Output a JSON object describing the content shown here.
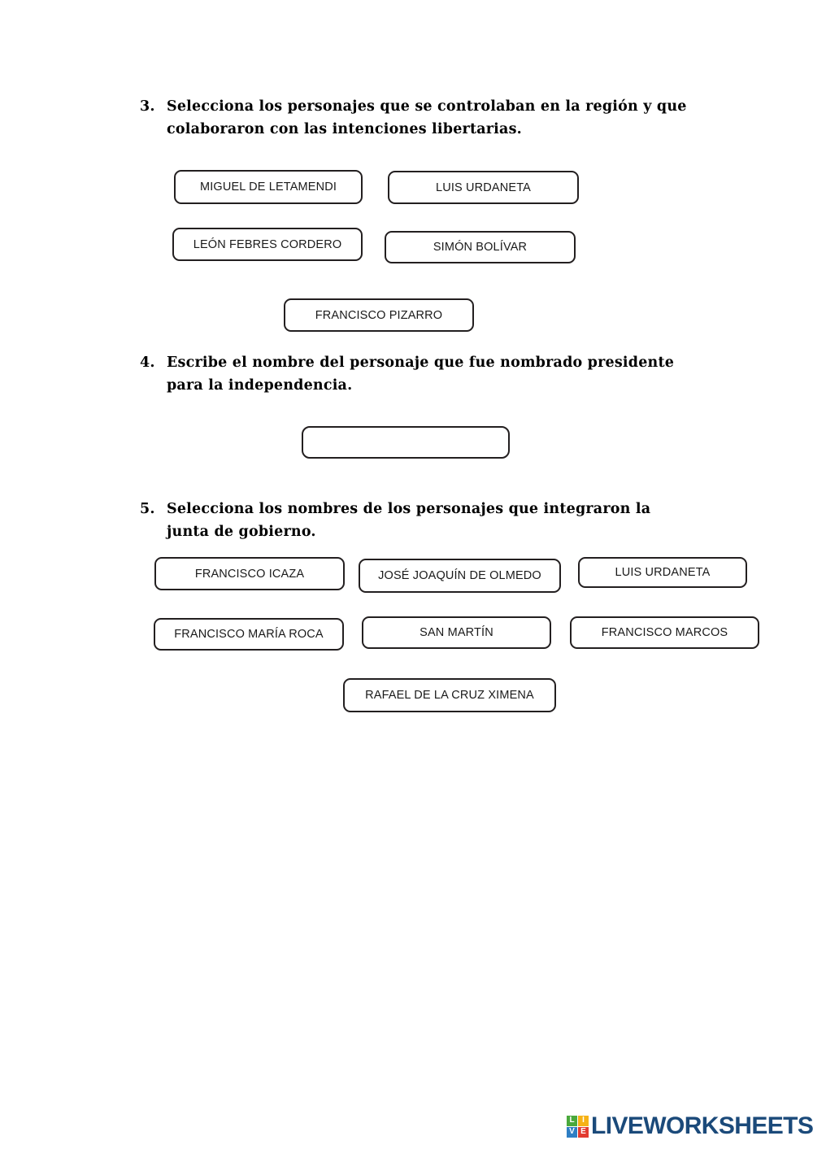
{
  "page": {
    "background": "#ffffff",
    "box_border_color": "#231f20"
  },
  "questions": [
    {
      "number": "3.",
      "text": "Selecciona los personajes que se controlaban en la región y que colaboraron con las intenciones libertarias.",
      "options": [
        "MIGUEL DE LETAMENDI",
        "LUIS URDANETA",
        "LEÓN FEBRES CORDERO",
        "SIMÓN BOLÍVAR",
        "FRANCISCO PIZARRO"
      ]
    },
    {
      "number": "4.",
      "text": "Escribe el nombre del personaje que fue nombrado presidente para la independencia.",
      "answer_value": "",
      "answer_placeholder": ""
    },
    {
      "number": "5.",
      "text": "Selecciona los nombres de los personajes que integraron la junta de gobierno.",
      "options": [
        "FRANCISCO ICAZA",
        "JOSÉ JOAQUÍN DE OLMEDO",
        "LUIS URDANETA",
        "FRANCISCO MARÍA ROCA",
        "SAN MARTÍN",
        "FRANCISCO MARCOS",
        "RAFAEL DE LA CRUZ XIMENA"
      ]
    }
  ],
  "footer": {
    "logo_tiles": [
      "L",
      "I",
      "V",
      "E"
    ],
    "logo_tile_colors": [
      "#4aa93c",
      "#f6b216",
      "#2e7ec4",
      "#e23b30"
    ],
    "logo_word": "LIVEWORKSHEETS",
    "logo_word_color": "#1b4a7a"
  }
}
